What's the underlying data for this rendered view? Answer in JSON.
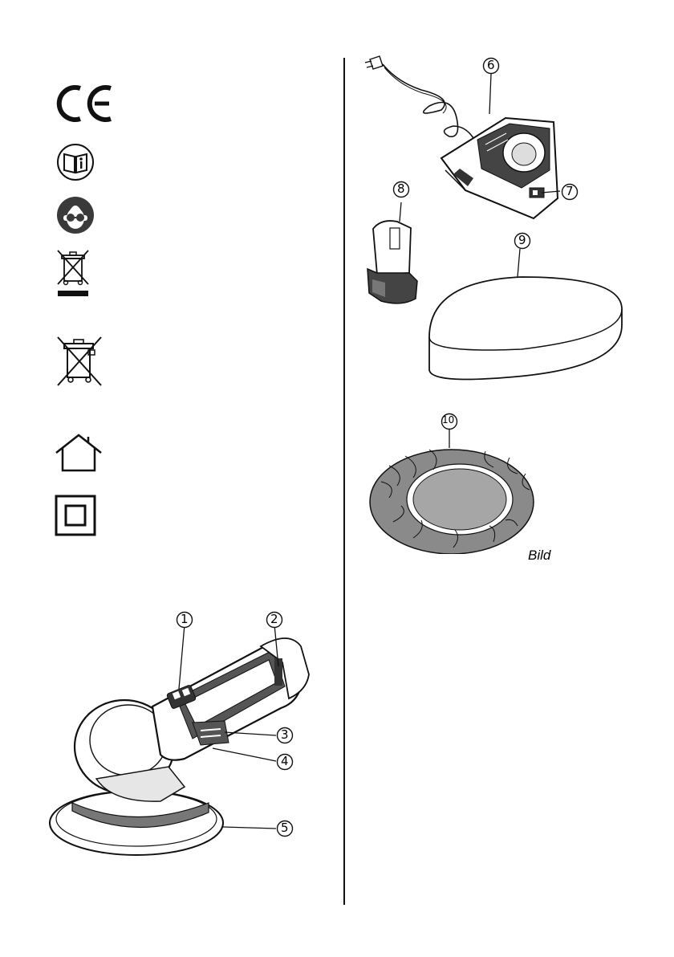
{
  "symbols": [
    {
      "name": "ce-mark-icon"
    },
    {
      "name": "read-manual-icon"
    },
    {
      "name": "wear-eye-protection-icon"
    },
    {
      "name": "weee-crossed-bin-bar-icon"
    },
    {
      "name": "crossed-battery-bin-icon"
    },
    {
      "name": "indoor-use-house-icon"
    },
    {
      "name": "protection-class-ii-icon"
    }
  ],
  "callouts": {
    "c1": "1",
    "c2": "2",
    "c3": "3",
    "c4": "4",
    "c5": "5",
    "c6": "6",
    "c7": "7",
    "c8": "8",
    "c9": "9",
    "c10": "10"
  },
  "figure_caption": "Bild",
  "colors": {
    "ink": "#111111",
    "grey_fill": "#8a8a8a",
    "light_grey": "#d8d8d8"
  }
}
